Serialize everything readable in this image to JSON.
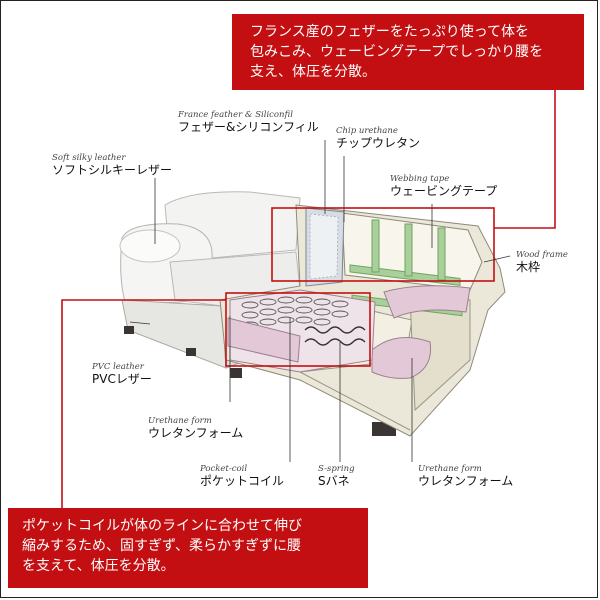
{
  "callouts": {
    "top": {
      "lines": [
        "フランス産のフェザーをたっぷり使って体を",
        "包みこみ、ウェービングテープでしっかり腰を",
        "支え、体圧を分散。"
      ]
    },
    "bottom": {
      "lines": [
        "ポケットコイルが体のラインに合わせて伸び",
        "縮みするため、固すぎず、柔らかすぎずに腰",
        "を支えて、体圧を分散。"
      ]
    }
  },
  "labels": {
    "feather": {
      "en": "France feather & Siliconfil",
      "jp": "フェザー&シリコンフィル"
    },
    "chip": {
      "en": "Chip urethane",
      "jp": "チップウレタン"
    },
    "soft_leather": {
      "en": "Soft silky leather",
      "jp": "ソフトシルキーレザー"
    },
    "webbing": {
      "en": "Webbing tape",
      "jp": "ウェービングテープ"
    },
    "wood": {
      "en": "Wood frame",
      "jp": "木枠"
    },
    "pvc": {
      "en": "PVC leather",
      "jp": "PVCレザー"
    },
    "urethane_left": {
      "en": "Urethane form",
      "jp": "ウレタンフォーム"
    },
    "pocket": {
      "en": "Pocket-coil",
      "jp": "ポケットコイル"
    },
    "spring": {
      "en": "S-spring",
      "jp": "Sバネ"
    },
    "urethane_right": {
      "en": "Urethane form",
      "jp": "ウレタンフォーム"
    }
  },
  "colors": {
    "accent": "#c40f12",
    "frame_wood": "#e8e3d2",
    "webbing": "#a9cf9b",
    "pink_foam": "#e3c9d8"
  }
}
